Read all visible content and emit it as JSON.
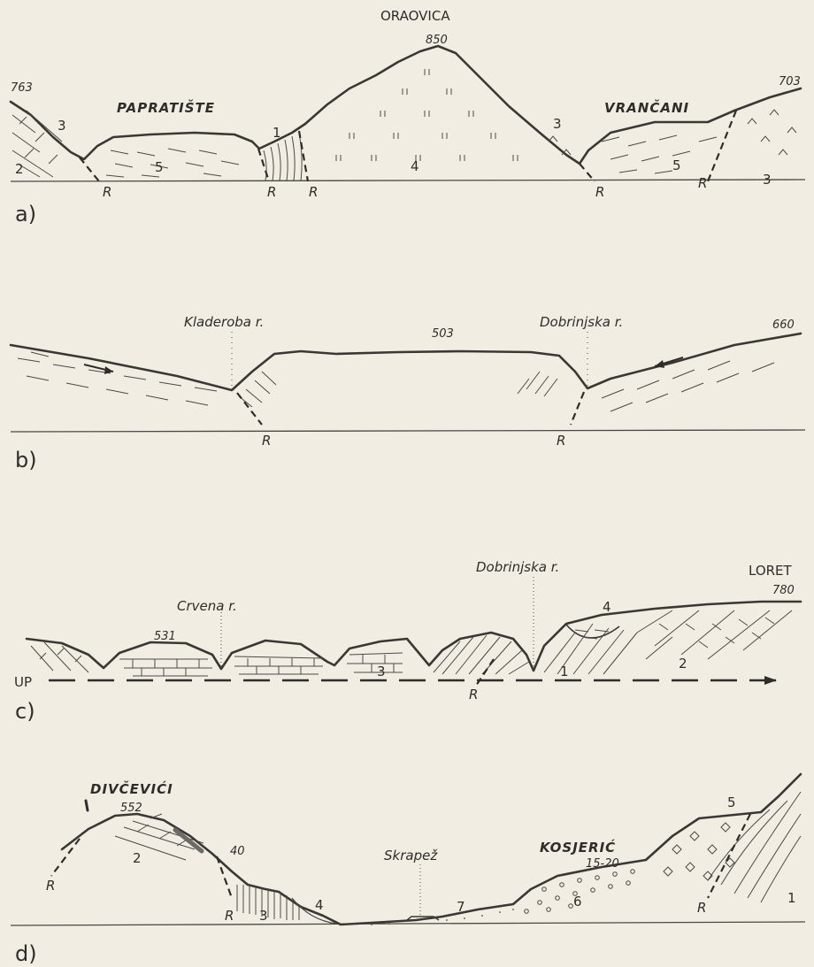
{
  "panels": {
    "a": {
      "letter": "a)",
      "places": {
        "oraovica": "ORAOVICA",
        "papratiste": "PAPRATIŠTE",
        "vrancani": "VRANČANI"
      },
      "elevations": {
        "left": "763",
        "peak": "850",
        "right": "703"
      },
      "units": {
        "u2": "2",
        "u3_left": "3",
        "u5_left": "5",
        "u1": "1",
        "u4": "4",
        "u3_mid": "3",
        "u5_right": "5",
        "u3_right": "3"
      },
      "faults": {
        "f1": "R",
        "f2": "R",
        "f3": "R",
        "f4": "R",
        "f5": "R"
      }
    },
    "b": {
      "letter": "b)",
      "rivers": {
        "left": "Kladeroba r.",
        "right": "Dobrinjska r."
      },
      "elevations": {
        "right": "660",
        "center": "503"
      },
      "faults": {
        "f1": "R",
        "f2": "R"
      }
    },
    "c": {
      "letter": "c)",
      "places": {
        "loret": "LORET"
      },
      "rivers": {
        "left": "Crvena r.",
        "right": "Dobrinjska r."
      },
      "elevations": {
        "left": "531",
        "right": "780"
      },
      "units": {
        "u4": "4",
        "u3": "3",
        "u1": "1",
        "u2": "2"
      },
      "baseline_label": "UP",
      "faults": {
        "f1": "R"
      }
    },
    "d": {
      "letter": "d)",
      "places": {
        "divcevici": "DIVČEVIĆI",
        "kosjeric": "KOSJERIĆ"
      },
      "rivers": {
        "center": "Skrapež"
      },
      "elevations": {
        "left": "552",
        "mid": "40",
        "right": "15-20"
      },
      "units": {
        "u2": "2",
        "u3": "3",
        "u4": "4",
        "u7": "7",
        "u6": "6",
        "u5": "5",
        "u1": "1"
      },
      "faults": {
        "f1": "R",
        "f2": "R",
        "f3": "R"
      }
    }
  }
}
